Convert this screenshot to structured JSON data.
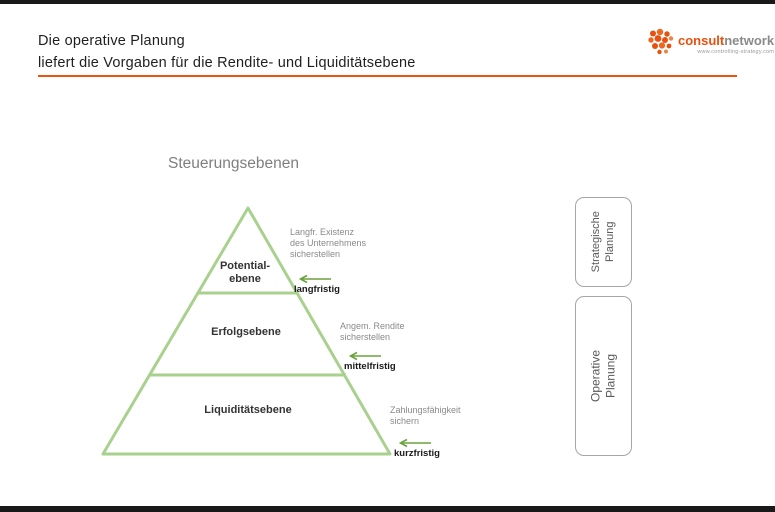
{
  "header": {
    "title_line1": "Die operative Planung",
    "title_line2": "liefert die Vorgaben für die Rendite- und Liquiditätsebene"
  },
  "logo": {
    "brand_orange": "consult",
    "brand_gray": "network",
    "tagline": "www.controlling-strategy.com"
  },
  "main": {
    "heading": "Steuerungsebenen",
    "levels": [
      {
        "label": "Potential-\nebene",
        "annotation": "Langfr. Existenz\ndes Unternehmens\nsicherstellen",
        "term": "langfristig"
      },
      {
        "label": "Erfolgsebene",
        "annotation": "Angem. Rendite\nsicherstellen",
        "term": "mittelfristig"
      },
      {
        "label": "Liquiditätsebene",
        "annotation": "Zahlungsfähigkeit\nsichern",
        "term": "kurzfristig"
      }
    ],
    "side_boxes": [
      {
        "label": "Strategische\nPlanung"
      },
      {
        "label": "Operative Planung"
      }
    ]
  },
  "colors": {
    "accent_orange": "#e8560f",
    "pyramid_green": "#a9d18e",
    "arrow_green": "#6aa23a",
    "text_dark": "#262626",
    "text_gray": "#8a8a8a"
  }
}
